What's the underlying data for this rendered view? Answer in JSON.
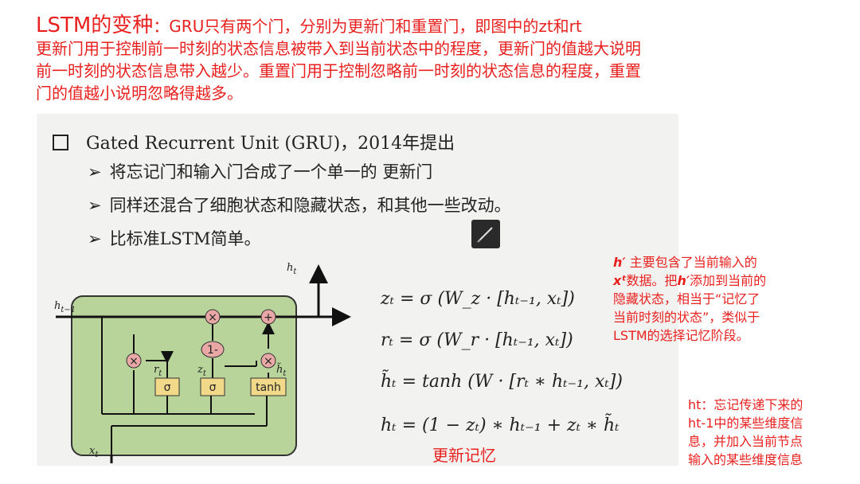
{
  "title": {
    "main": "LSTM的变种",
    "lines": [
      "：GRU只有两个门，分别为更新门和重置门，即图中的zt和rt",
      "更新门用于控制前一时刻的状态信息被带入到当前状态中的程度，更新门的值越大说明",
      "前一时刻的状态信息带入越少。重置门用于控制忽略前一时刻的状态信息的程度，重置",
      "门的值越小说明忽略得越多。"
    ]
  },
  "slide": {
    "heading": "Gated Recurrent Unit (GRU)，2014年提出",
    "bullets": [
      "将忘记门和输入门合成了一个单一的 更新门",
      "同样还混合了细胞状态和隐藏状态，和其他一些改动。",
      "比标准LSTM简单。"
    ],
    "bullet_icon": "arrow-bullet-icon",
    "heading_icon": "square-bullet-icon"
  },
  "diagram": {
    "labels": {
      "h_prev": "h",
      "h_prev_sub": "t−1",
      "h_out": "h",
      "h_out_sub": "t",
      "x_in": "x",
      "x_in_sub": "t",
      "r": "r",
      "r_sub": "t",
      "z": "z",
      "z_sub": "t",
      "h_tilde": "h̃",
      "h_tilde_sub": "t"
    },
    "gates": [
      "σ",
      "σ",
      "tanh"
    ],
    "ops": [
      "×",
      "×",
      "+",
      "×",
      "1-"
    ]
  },
  "equations": [
    "zₜ = σ (W_z · [hₜ₋₁, xₜ])",
    "rₜ = σ (W_r · [hₜ₋₁, xₜ])",
    "h̃ₜ = tanh (W · [rₜ ∗ hₜ₋₁, xₜ])",
    "hₜ = (1 − zₜ) ∗ hₜ₋₁ + zₜ ∗ h̃ₜ"
  ],
  "label_update_memory": "更新记忆",
  "note_right1": {
    "h": "h′",
    "line1_rest": " 主要包含了当前输入的",
    "x": "xᵗ",
    "line2_rest": "数据。把",
    "h2": "h′",
    "line2_end": "添加到当前的",
    "lines": [
      "隐藏状态，相当于“记忆了",
      "当前时刻的状态”，类似于",
      "LSTM的选择记忆阶段。"
    ]
  },
  "note_right2": {
    "lines": [
      "ht：忘记传递下来的",
      "ht-1中的某些维度信",
      "息，并加入当前节点",
      "输入的某些维度信息"
    ]
  },
  "colors": {
    "accent": "#e8211f",
    "cell_fill": "#b9d49a",
    "gate_fill": "#f2d889",
    "op_fill": "#e9a8a6"
  }
}
